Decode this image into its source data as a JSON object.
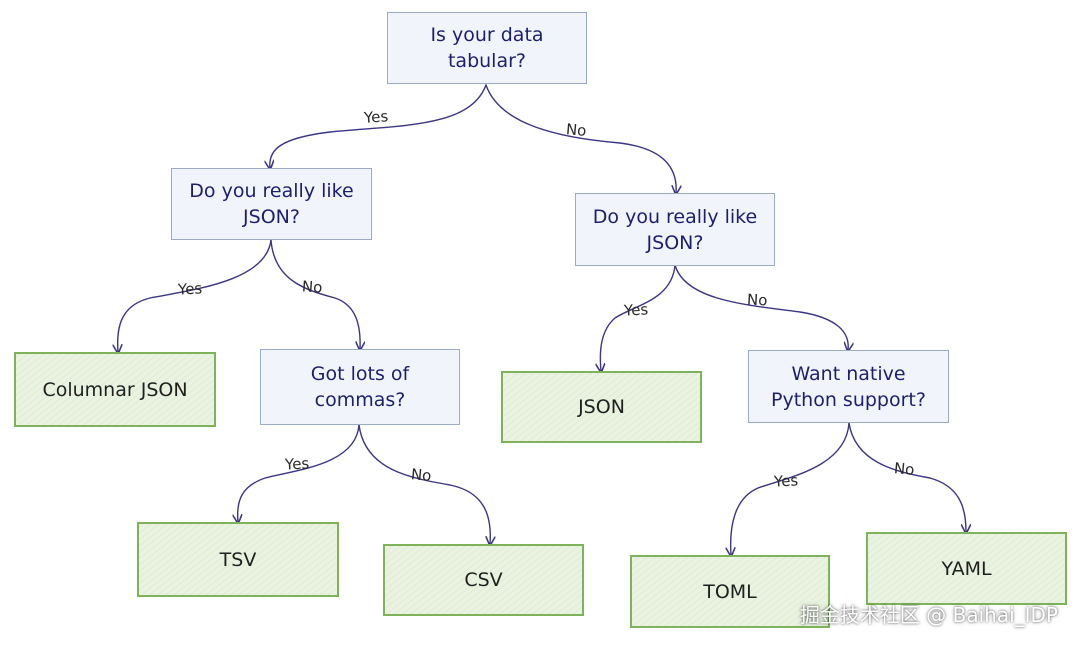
{
  "colors": {
    "question_fill": "#f1f5fb",
    "question_border": "#9aabc3",
    "answer_fill": "#eaf3e1",
    "answer_border": "#7eb35a",
    "arrow": "#3b3584",
    "question_text": "#1e1e6e"
  },
  "nodes": {
    "q_tabular": "Is your data\ntabular?",
    "q_like_json_left": "Do you really like\nJSON?",
    "q_like_json_right": "Do you really like\nJSON?",
    "q_commas": "Got lots of\ncommas?",
    "q_python": "Want native\nPython support?",
    "a_columnar_json": "Columnar JSON",
    "a_json": "JSON",
    "a_tsv": "TSV",
    "a_csv": "CSV",
    "a_toml": "TOML",
    "a_yaml": "YAML"
  },
  "edge_labels": {
    "yes": "Yes",
    "no": "No"
  },
  "watermark": "掘金技术社区 @ Baihai_IDP"
}
